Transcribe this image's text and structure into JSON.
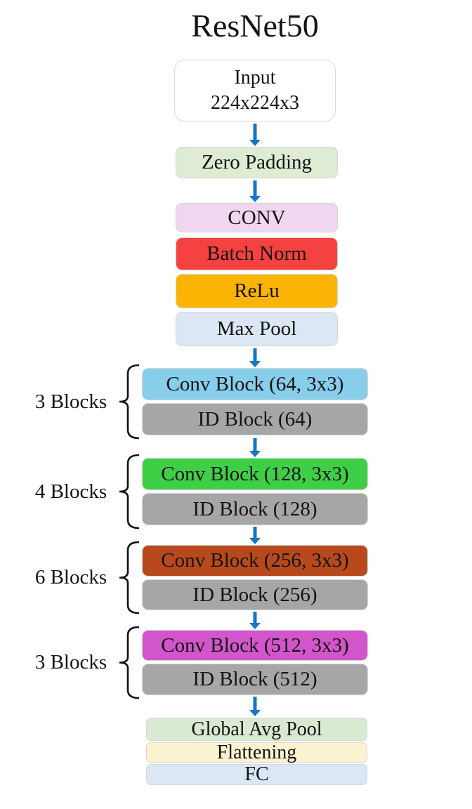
{
  "title": "ResNet50",
  "colors": {
    "arrow": "#1376c8",
    "input_bg": "#ffffff",
    "zero_padding": "#ddecd3",
    "conv": "#f0d6ef",
    "batch_norm": "#f5413f",
    "relu": "#fbb403",
    "max_pool": "#dbe7f4",
    "conv_block_64": "#87ceea",
    "conv_block_128": "#3ecf47",
    "conv_block_256": "#b8491c",
    "conv_block_512": "#d355cb",
    "id_block": "#a6a6a6",
    "global_avg_pool": "#d9ead3",
    "flattening": "#fbf3d0",
    "fc": "#dbe7f4"
  },
  "input": {
    "line1": "Input",
    "line2": "224x224x3"
  },
  "stem": {
    "zero_padding": "Zero Padding",
    "conv": "CONV",
    "batch_norm": "Batch Norm",
    "relu": "ReLu",
    "max_pool": "Max Pool"
  },
  "groups": [
    {
      "label": "3 Blocks",
      "conv": "Conv Block (64, 3x3)",
      "id": "ID Block (64)"
    },
    {
      "label": "4 Blocks",
      "conv": "Conv Block (128, 3x3)",
      "id": "ID Block (128)"
    },
    {
      "label": "6 Blocks",
      "conv": "Conv Block (256, 3x3)",
      "id": "ID Block (256)"
    },
    {
      "label": "3 Blocks",
      "conv": "Conv Block (512, 3x3)",
      "id": "ID Block (512)"
    }
  ],
  "tail": {
    "global_avg_pool": "Global Avg Pool",
    "flattening": "Flattening",
    "fc": "FC"
  }
}
